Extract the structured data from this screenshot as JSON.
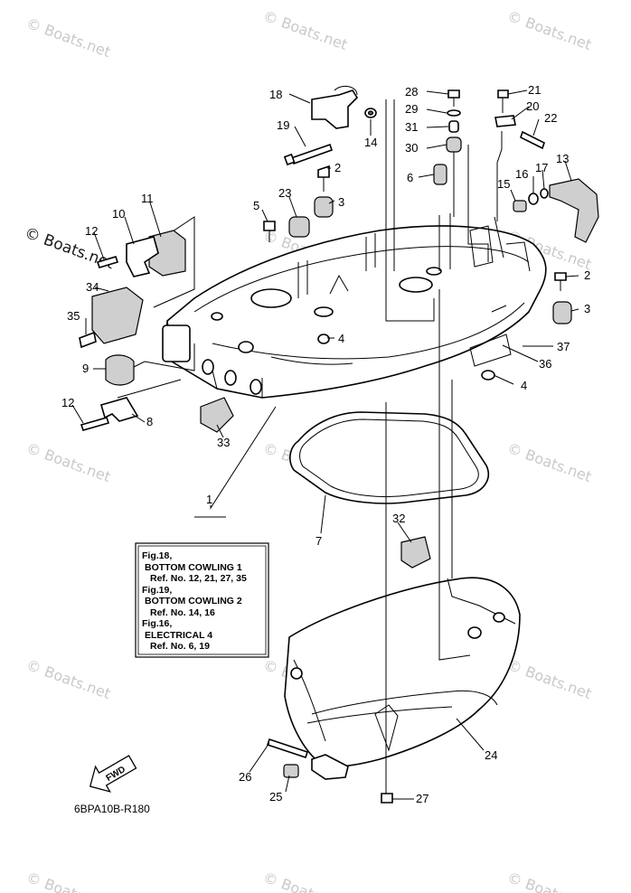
{
  "callouts": [
    "1",
    "2",
    "3",
    "4",
    "5",
    "6",
    "7",
    "8",
    "9",
    "10",
    "11",
    "12",
    "13",
    "14",
    "15",
    "16",
    "17",
    "18",
    "19",
    "20",
    "21",
    "22",
    "23",
    "24",
    "25",
    "26",
    "27",
    "28",
    "29",
    "30",
    "31",
    "32",
    "33",
    "34",
    "35",
    "36",
    "37"
  ],
  "reference_box": {
    "lines": [
      "Fig.18,",
      "BOTTOM COWLING 1",
      "Ref. No. 12, 21, 27, 35",
      "Fig.19,",
      "BOTTOM COWLING 2",
      "Ref. No. 14, 16",
      "Fig.16,",
      "ELECTRICAL 4",
      "Ref. No. 6, 19"
    ]
  },
  "fwd_label": "FWD",
  "diagram_code": "6BPA10B-R180",
  "watermark": "© Boats.net"
}
